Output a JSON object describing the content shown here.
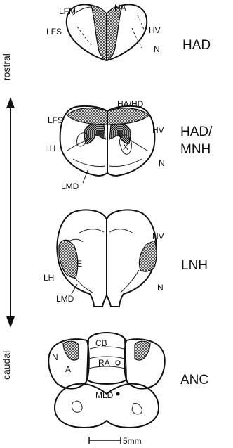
{
  "axis": {
    "rostral": "rostral",
    "caudal": "caudal"
  },
  "sections": {
    "had": {
      "title": "HAD",
      "labels": {
        "lfm": "LFM",
        "lfs": "LFS",
        "ha": "HA",
        "hv": "HV",
        "n": "N"
      }
    },
    "had_mnh": {
      "title_line1": "HAD/",
      "title_line2": "MNH",
      "labels": {
        "lfs": "LFS",
        "ha_hd": "HA/HD",
        "hv": "HV",
        "lh": "LH",
        "x": "X",
        "n": "N",
        "lmd": "LMD"
      }
    },
    "lnh": {
      "title": "LNH",
      "labels": {
        "hv": "HV",
        "e": "E",
        "lh": "LH",
        "n": "N",
        "lmd": "LMD"
      }
    },
    "anc": {
      "title": "ANC",
      "labels": {
        "cb": "CB",
        "n": "N",
        "a": "A",
        "ra": "RA",
        "mld": "MLD"
      }
    }
  },
  "scale_bar": {
    "label": "5mm"
  }
}
